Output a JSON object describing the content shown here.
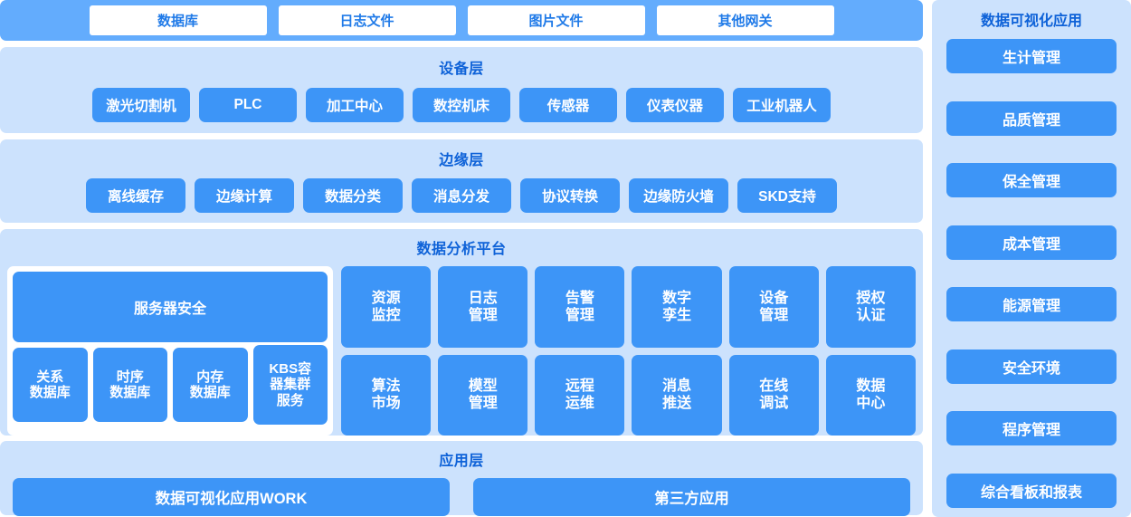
{
  "source_bar": {
    "items": [
      {
        "label": "数据库"
      },
      {
        "label": "日志文件"
      },
      {
        "label": "图片文件"
      },
      {
        "label": "其他网关"
      }
    ]
  },
  "device_layer": {
    "title": "设备层",
    "items": [
      {
        "label": "激光切割机"
      },
      {
        "label": "PLC"
      },
      {
        "label": "加工中心"
      },
      {
        "label": "数控机床"
      },
      {
        "label": "传感器"
      },
      {
        "label": "仪表仪器"
      },
      {
        "label": "工业机器人"
      }
    ]
  },
  "edge_layer": {
    "title": "边缘层",
    "items": [
      {
        "label": "离线缓存"
      },
      {
        "label": "边缘计算"
      },
      {
        "label": "数据分类"
      },
      {
        "label": "消息分发"
      },
      {
        "label": "协议转换"
      },
      {
        "label": "边缘防火墙"
      },
      {
        "label": "SKD支持"
      }
    ]
  },
  "platform_layer": {
    "title": "数据分析平台",
    "security": {
      "main_label": "服务器安全",
      "databases": [
        {
          "line1": "关系",
          "line2": "数据库",
          "line3": ""
        },
        {
          "line1": "时序",
          "line2": "数据库",
          "line3": ""
        },
        {
          "line1": "内存",
          "line2": "数据库",
          "line3": ""
        },
        {
          "line1": "KBS容",
          "line2": "器集群",
          "line3": "服务"
        }
      ]
    },
    "modules": [
      {
        "line1": "资源",
        "line2": "监控"
      },
      {
        "line1": "日志",
        "line2": "管理"
      },
      {
        "line1": "告警",
        "line2": "管理"
      },
      {
        "line1": "数字",
        "line2": "孪生"
      },
      {
        "line1": "设备",
        "line2": "管理"
      },
      {
        "line1": "授权",
        "line2": "认证"
      },
      {
        "line1": "算法",
        "line2": "市场"
      },
      {
        "line1": "模型",
        "line2": "管理"
      },
      {
        "line1": "远程",
        "line2": "运维"
      },
      {
        "line1": "消息",
        "line2": "推送"
      },
      {
        "line1": "在线",
        "line2": "调试"
      },
      {
        "line1": "数据",
        "line2": "中心"
      }
    ]
  },
  "app_layer": {
    "title": "应用层",
    "items": [
      {
        "label": "数据可视化应用WORK"
      },
      {
        "label": "第三方应用"
      }
    ]
  },
  "sidebar": {
    "title": "数据可视化应用",
    "items": [
      {
        "label": "生计管理"
      },
      {
        "label": "品质管理"
      },
      {
        "label": "保全管理"
      },
      {
        "label": "成本管理"
      },
      {
        "label": "能源管理"
      },
      {
        "label": "安全环境"
      },
      {
        "label": "程序管理"
      },
      {
        "label": "综合看板和报表"
      }
    ]
  },
  "colors": {
    "primary_blue": "#3d95f7",
    "light_panel": "#cce2fd",
    "source_bar_blue": "#63acfd",
    "title_blue": "#0e62d8",
    "chip_text_blue": "#1f7ae8",
    "white": "#ffffff"
  }
}
